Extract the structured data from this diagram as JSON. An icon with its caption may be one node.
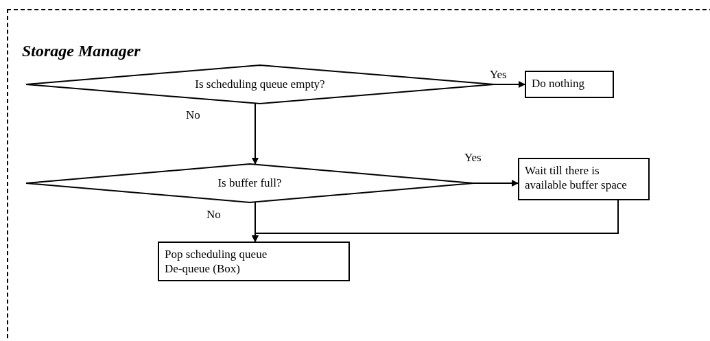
{
  "diagram": {
    "nodes": [
      {
        "text": [
          "Storage Manager"
        ]
      },
      {
        "text": [
          "Is scheduling queue empty?"
        ],
        "in": 0
      },
      {
        "text": [
          "Do nothing"
        ],
        "in": 0
      },
      {
        "text": [
          "Is buffer full?"
        ],
        "in": 0
      },
      {
        "text": [
          "Wait till there is available buffer space"
        ],
        "in": 0
      },
      {
        "text": [
          "Pop scheduling queue",
          "De-queue (Box)"
        ],
        "in": 0
      }
    ],
    "edges": [
      {
        "from": 1,
        "to": 2,
        "arrow": "to",
        "label": "Yes"
      },
      {
        "from": 1,
        "to": 3,
        "arrow": "to",
        "label": "No"
      },
      {
        "from": 3,
        "to": 4,
        "arrow": "to",
        "label": "Yes"
      },
      {
        "from": 3,
        "to": 5,
        "arrow": "to",
        "label": "No"
      },
      {
        "from": 4,
        "to": 5,
        "arrow": "to"
      }
    ]
  }
}
